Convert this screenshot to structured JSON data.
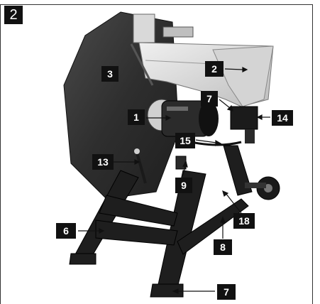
{
  "figure": {
    "number": "2"
  },
  "callouts": [
    {
      "id": "c3",
      "label": "3"
    },
    {
      "id": "c2",
      "label": "2"
    },
    {
      "id": "c1",
      "label": "1"
    },
    {
      "id": "c7a",
      "label": "7"
    },
    {
      "id": "c14",
      "label": "14"
    },
    {
      "id": "c15",
      "label": "15"
    },
    {
      "id": "c13",
      "label": "13"
    },
    {
      "id": "c9",
      "label": "9"
    },
    {
      "id": "c6",
      "label": "6"
    },
    {
      "id": "c18",
      "label": "18"
    },
    {
      "id": "c8",
      "label": "8"
    },
    {
      "id": "c7b",
      "label": "7"
    }
  ],
  "colors": {
    "frame": "#333333",
    "badge": "#111111",
    "body": "#2a2a2a",
    "hood": "#e2e2e2"
  }
}
